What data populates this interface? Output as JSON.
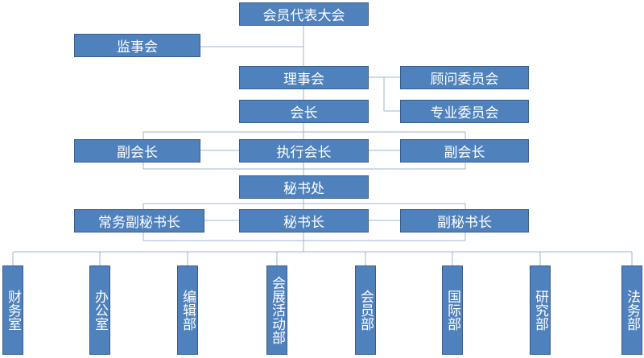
{
  "nodes": {
    "assembly": "会员代表大会",
    "supervisory": "监事会",
    "council": "理事会",
    "advisory": "顾问委员会",
    "president": "会长",
    "special_committee": "专业委员会",
    "vice_president_left": "副会长",
    "executive_president": "执行会长",
    "vice_president_right": "副会长",
    "secretariat": "秘书处",
    "executive_deputy_sg": "常务副秘书长",
    "secretary_general": "秘书长",
    "deputy_sg": "副秘书长"
  },
  "departments": [
    "财务室",
    "办公室",
    "编辑部",
    "会展活动部",
    "会员部",
    "国际部",
    "研究部",
    "法务部"
  ]
}
